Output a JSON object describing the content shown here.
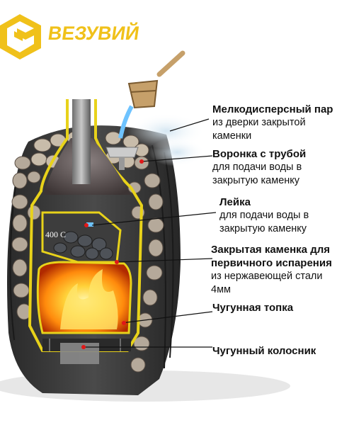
{
  "brand": {
    "name": "ВЕЗУВИЙ"
  },
  "temperature_label": "400 С",
  "callouts": [
    {
      "title": "Мелкодисперсный пар",
      "lines": [
        "из дверки закрытой",
        "каменки"
      ]
    },
    {
      "title": "Воронка с трубой",
      "lines": [
        "для подачи воды в",
        "закрытую каменку"
      ]
    },
    {
      "title": "Лейка",
      "lines": [
        "для подачи воды в",
        "закрытую каменку"
      ]
    },
    {
      "title_lines": [
        "Закрытая каменка для",
        "первичного испарения"
      ],
      "lines": [
        "из нержавеющей стали",
        "4мм"
      ]
    },
    {
      "title": "Чугунная топка",
      "lines": []
    },
    {
      "title": "Чугунный колосник",
      "lines": []
    }
  ],
  "colors": {
    "brand_yellow": "#f0c11a",
    "body_dark": "#3a3a3a",
    "frame_yellow": "#e8d21a",
    "fire": "#ff9a10",
    "leader": "#111111"
  }
}
